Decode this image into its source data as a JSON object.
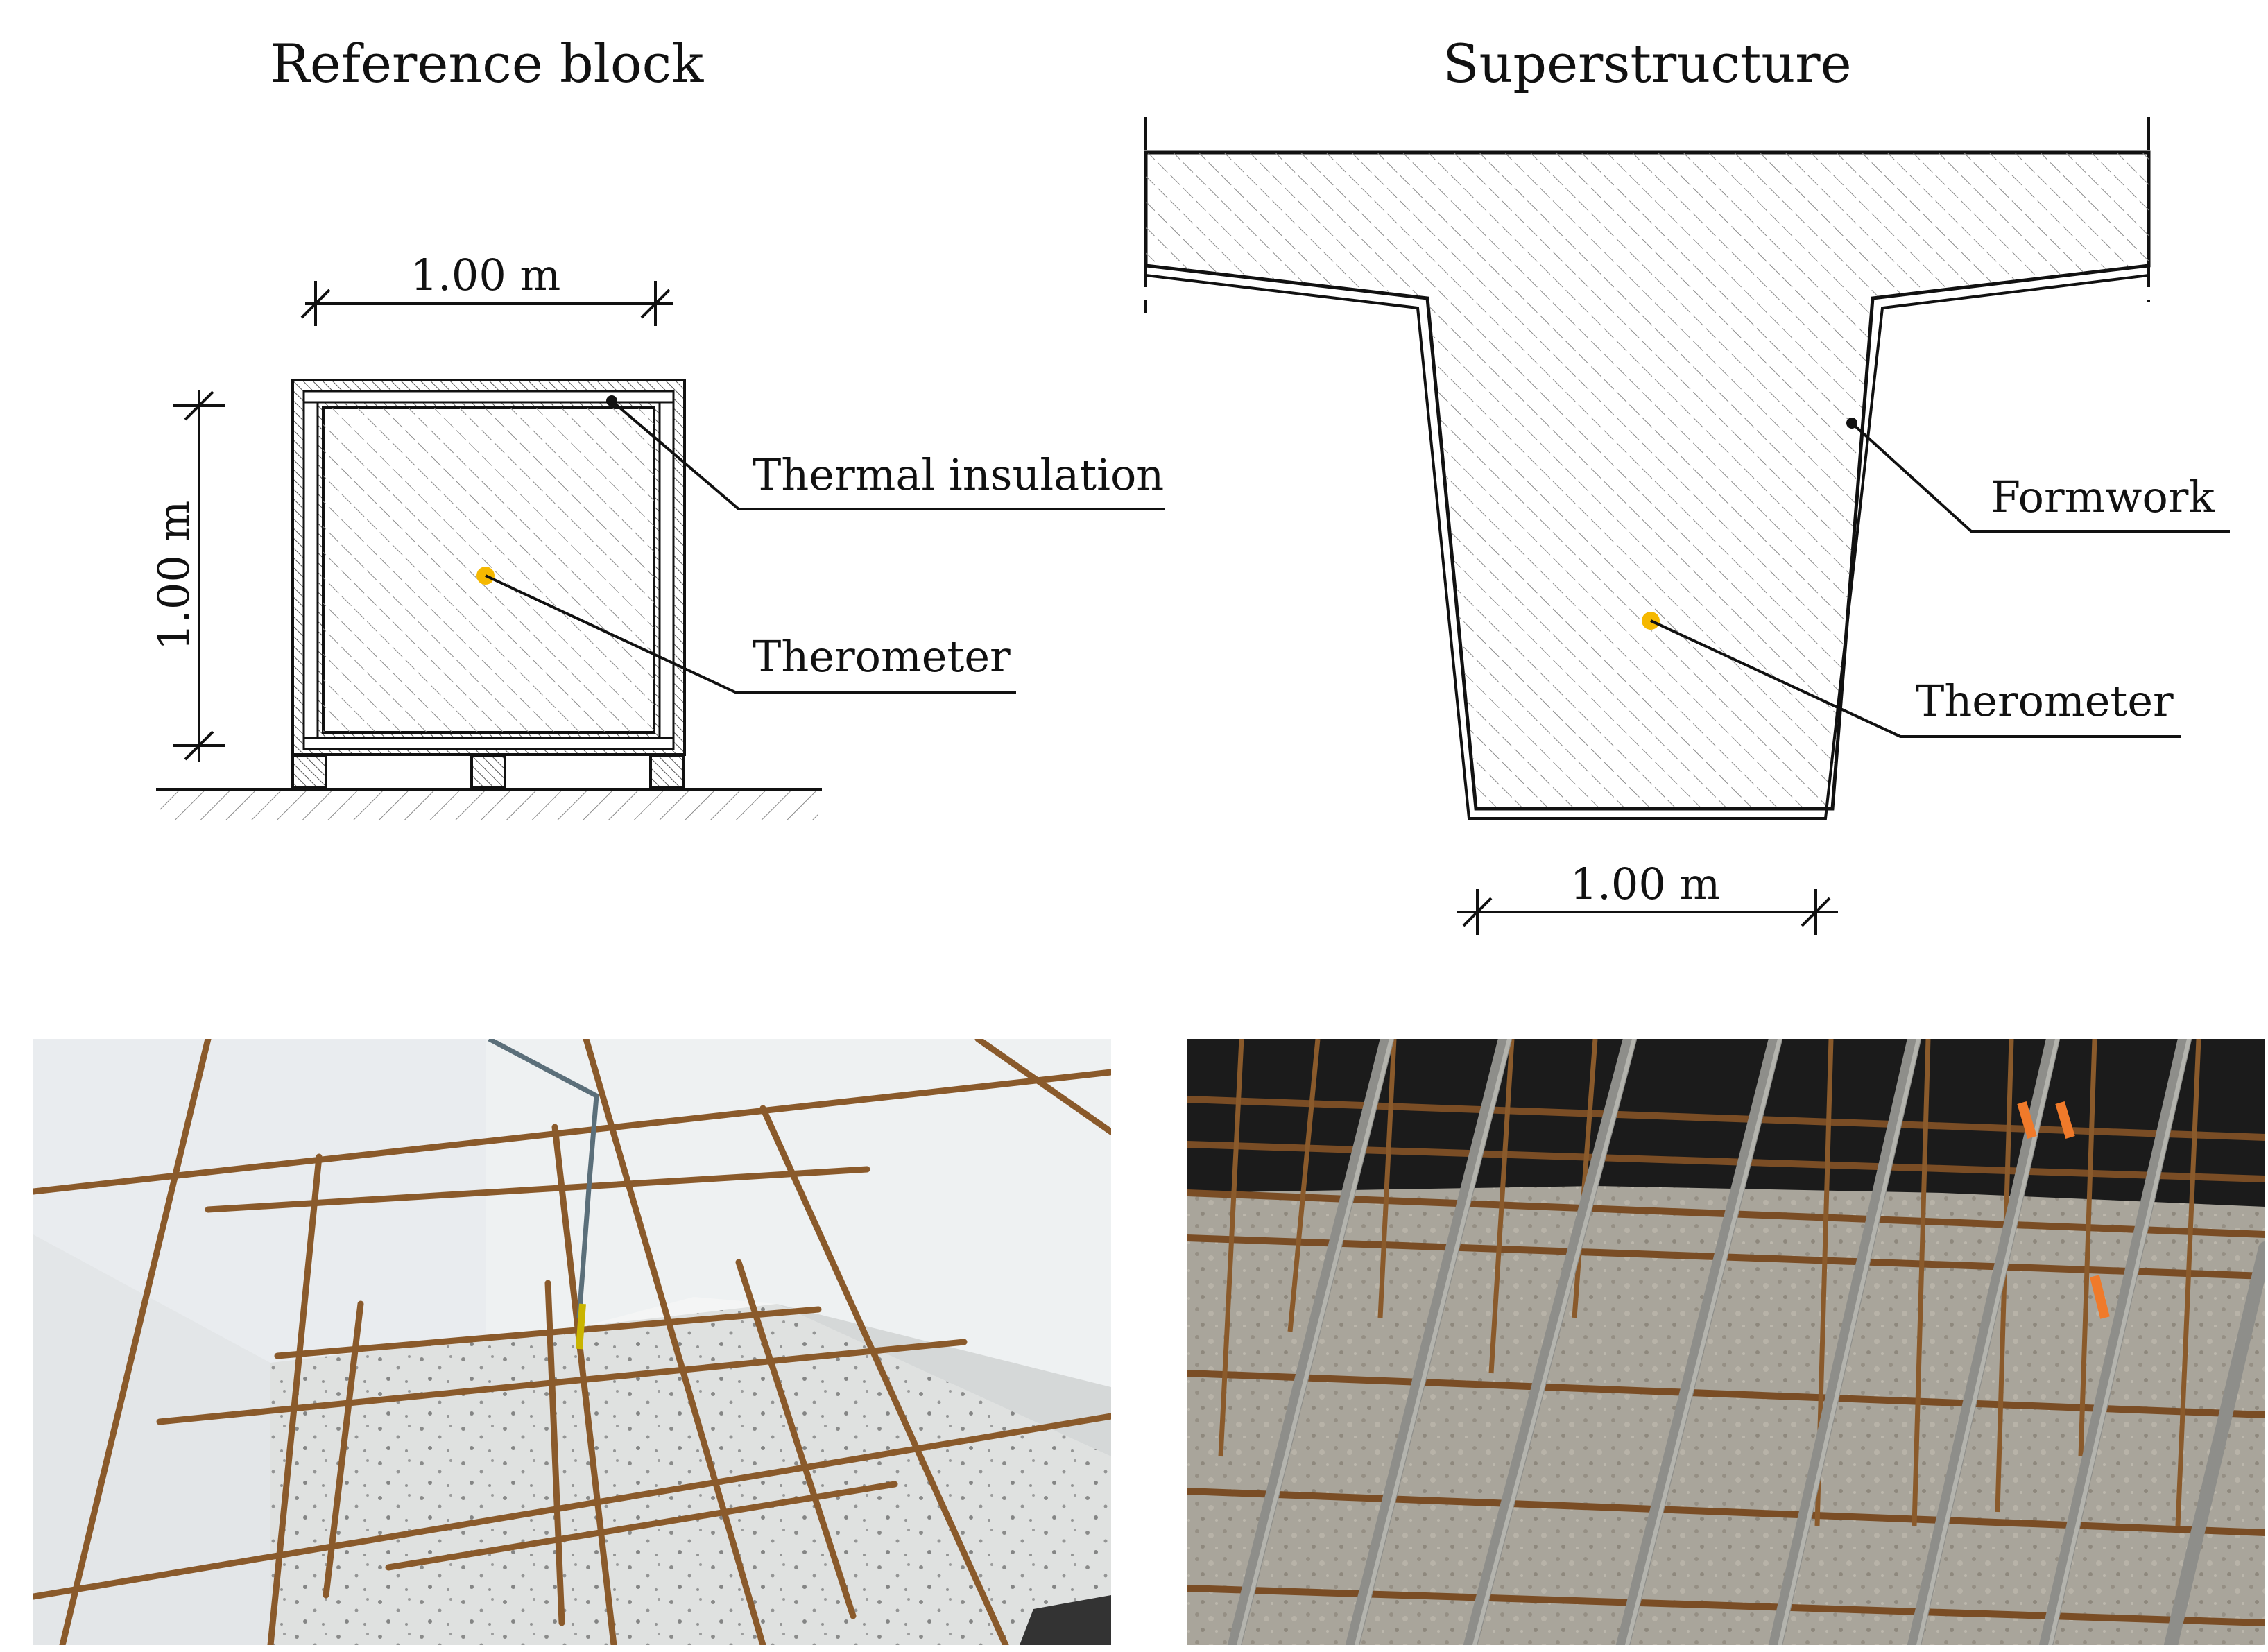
{
  "reference_block": {
    "title": "Reference block",
    "width_dim": "1.00 m",
    "height_dim": "1.00 m",
    "insulation_label": "Thermal insulation",
    "thermometer_label": "Therometer"
  },
  "superstructure": {
    "title": "Superstructure",
    "formwork_label": "Formwork",
    "thermometer_label": "Therometer",
    "bottom_dim": "1.00 m"
  },
  "photos": [
    {
      "name": "reference-block-photo",
      "subject": "rebar mesh inside insulated box"
    },
    {
      "name": "superstructure-photo",
      "subject": "rebar cage over formwork"
    }
  ],
  "colors": {
    "thermometer": "#f5b800",
    "line": "#111111",
    "hatch": "#8a8a8a",
    "rebar": "#8a5a2b",
    "insulation_white": "#f1f2f2",
    "concrete_grey": "#a8a49a"
  }
}
